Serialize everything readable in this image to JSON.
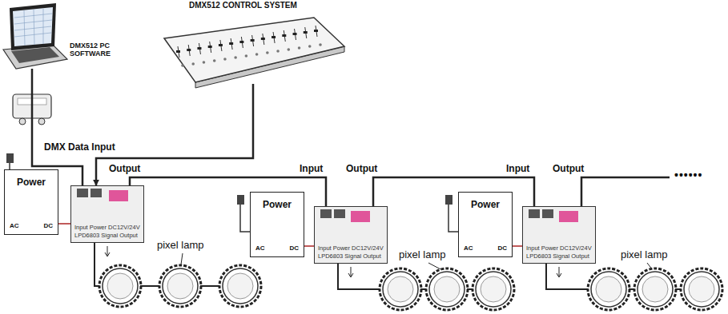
{
  "diagram": {
    "nodes": [
      {
        "text": [
          "DMX512 PC SOFTWARE"
        ]
      },
      {
        "text": [
          "DMX512 CONTROL SYSTEM"
        ]
      },
      {
        "text": [
          "Power",
          "AC",
          "DC"
        ]
      },
      {
        "text": [
          "Input Power DC12V/24V",
          "LPD6803 Signal Output"
        ]
      },
      {
        "text": [
          "Power",
          "AC",
          "DC"
        ]
      },
      {
        "text": [
          "Input Power DC12V/24V",
          "LPD6803 Signal Output"
        ]
      },
      {
        "text": [
          "Power",
          "AC",
          "DC"
        ]
      },
      {
        "text": [
          "Input Power DC12V/24V",
          "LPD6803 Signal Output"
        ]
      }
    ],
    "edges": [
      {
        "from": 0,
        "to": 3,
        "arrow": "none"
      },
      {
        "from": 1,
        "to": 3,
        "arrow": "to"
      },
      {
        "from": 3,
        "to": 5,
        "arrow": "none"
      },
      {
        "from": 5,
        "to": 7,
        "arrow": "none"
      },
      {
        "from": 2,
        "to": 3,
        "arrow": "none"
      },
      {
        "from": 4,
        "to": 5,
        "arrow": "none"
      },
      {
        "from": 6,
        "to": 7,
        "arrow": "none"
      }
    ],
    "labels": [
      "DMX Data Input",
      "Output",
      "Input",
      "Output",
      "Input",
      "Output",
      "••••••",
      "pixel lamp",
      "pixel lamp",
      "pixel lamp"
    ]
  }
}
